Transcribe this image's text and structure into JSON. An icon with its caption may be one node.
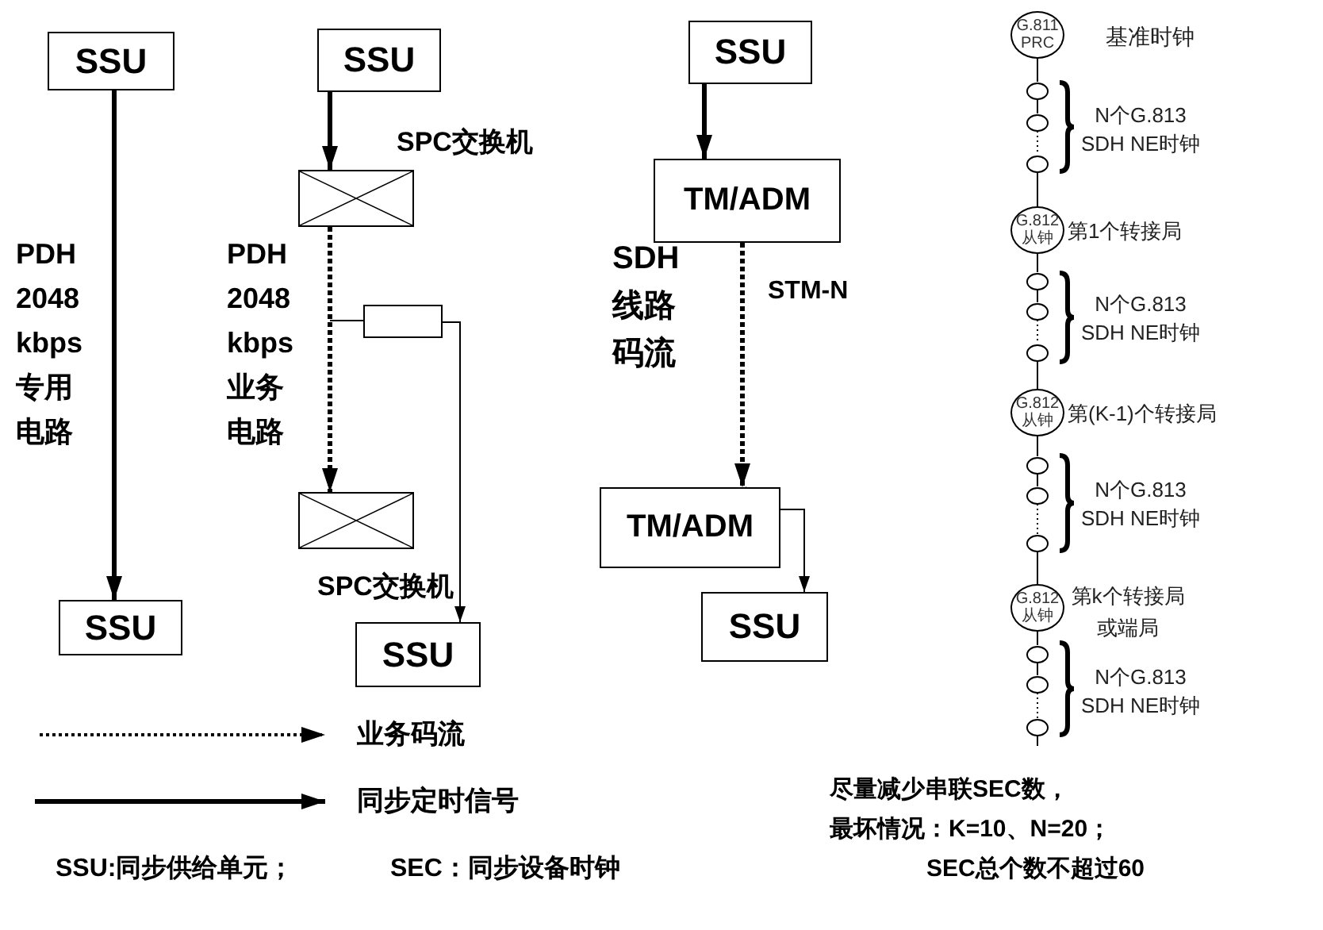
{
  "diagram": {
    "nodes": [
      {
        "text": [
          "SSU"
        ]
      },
      {
        "text": [
          "SSU"
        ]
      },
      {
        "text": [
          "SSU"
        ]
      },
      {
        "text": [],
        "shape": "box",
        "beside": [
          "SPC交换机"
        ]
      },
      {
        "text": [],
        "shape": "box",
        "beside": [
          "SPC交换机"
        ]
      },
      {
        "text": [],
        "shape": "box"
      },
      {
        "text": [
          "SSU"
        ]
      },
      {
        "text": [
          "SSU"
        ]
      },
      {
        "text": [
          "TM/ADM"
        ]
      },
      {
        "text": [
          "TM/ADM"
        ]
      },
      {
        "text": [
          "SSU"
        ]
      },
      {
        "text": [
          "G.811 PRC"
        ],
        "beside": [
          "基准时钟"
        ]
      },
      {
        "text": [],
        "shape": "circle"
      },
      {
        "text": [],
        "shape": "circle"
      },
      {
        "text": [],
        "shape": "circle"
      },
      {
        "text": [
          "G.812 从钟"
        ],
        "beside": [
          "第1个转接局"
        ]
      },
      {
        "text": [],
        "shape": "circle"
      },
      {
        "text": [],
        "shape": "circle"
      },
      {
        "text": [],
        "shape": "circle"
      },
      {
        "text": [
          "G.812 从钟"
        ],
        "beside": [
          "第(K-1)个转接局"
        ]
      },
      {
        "text": [],
        "shape": "circle"
      },
      {
        "text": [],
        "shape": "circle"
      },
      {
        "text": [],
        "shape": "circle"
      },
      {
        "text": [
          "G.812 从钟"
        ],
        "beside": [
          "第k个转接局或端局"
        ]
      },
      {
        "text": [],
        "shape": "circle"
      },
      {
        "text": [],
        "shape": "circle"
      },
      {
        "text": [],
        "shape": "circle"
      }
    ],
    "edges": [
      {
        "from": 0,
        "to": 1,
        "arrow": "to",
        "style": "thick"
      },
      {
        "from": 2,
        "to": 3,
        "arrow": "to",
        "style": "thick"
      },
      {
        "from": 3,
        "to": 4,
        "arrow": "to",
        "style": "dashed"
      },
      {
        "from": null,
        "to": 5,
        "arrow": "none"
      },
      {
        "from": 5,
        "to": 6,
        "arrow": "to"
      },
      {
        "from": 7,
        "to": 8,
        "arrow": "to",
        "style": "thick"
      },
      {
        "from": 8,
        "to": 9,
        "arrow": "to",
        "style": "dashed"
      },
      {
        "from": 9,
        "to": 10,
        "arrow": "to"
      },
      {
        "from": 11,
        "to": 12,
        "arrow": "none"
      },
      {
        "from": 12,
        "to": 13,
        "arrow": "none"
      },
      {
        "from": 13,
        "to": 14,
        "arrow": "none",
        "style": "dashed"
      },
      {
        "from": 14,
        "to": 15,
        "arrow": "none"
      },
      {
        "from": 15,
        "to": 16,
        "arrow": "none"
      },
      {
        "from": 16,
        "to": 17,
        "arrow": "none"
      },
      {
        "from": 17,
        "to": 18,
        "arrow": "none",
        "style": "dashed"
      },
      {
        "from": 18,
        "to": 19,
        "arrow": "none"
      },
      {
        "from": 19,
        "to": 20,
        "arrow": "none"
      },
      {
        "from": 20,
        "to": 21,
        "arrow": "none"
      },
      {
        "from": 21,
        "to": 22,
        "arrow": "none",
        "style": "dashed"
      },
      {
        "from": 22,
        "to": 23,
        "arrow": "none"
      },
      {
        "from": 23,
        "to": 24,
        "arrow": "none"
      },
      {
        "from": 24,
        "to": 25,
        "arrow": "none"
      },
      {
        "from": 25,
        "to": 26,
        "arrow": "none",
        "style": "dashed"
      },
      {
        "from": 26,
        "to": null,
        "arrow": "none"
      }
    ],
    "labels": [
      "PDH 2048 kbps专用电路",
      "PDH 2048 kbps业务电路",
      "SDH线路码流",
      "STM-N",
      "N个G.813 SDH NE时钟",
      "N个G.813 SDH NE时钟",
      "N个G.813 SDH NE时钟",
      "N个G.813 SDH NE时钟",
      "SSU:同步供给单元；",
      "SEC：同步设备时钟",
      "尽量减少串联SEC数，",
      "最坏情况：K=10、N=20；",
      "SEC总个数不超过60"
    ],
    "legend": [
      {
        "text": "业务码流"
      },
      {
        "text": "同步定时信号"
      }
    ]
  }
}
